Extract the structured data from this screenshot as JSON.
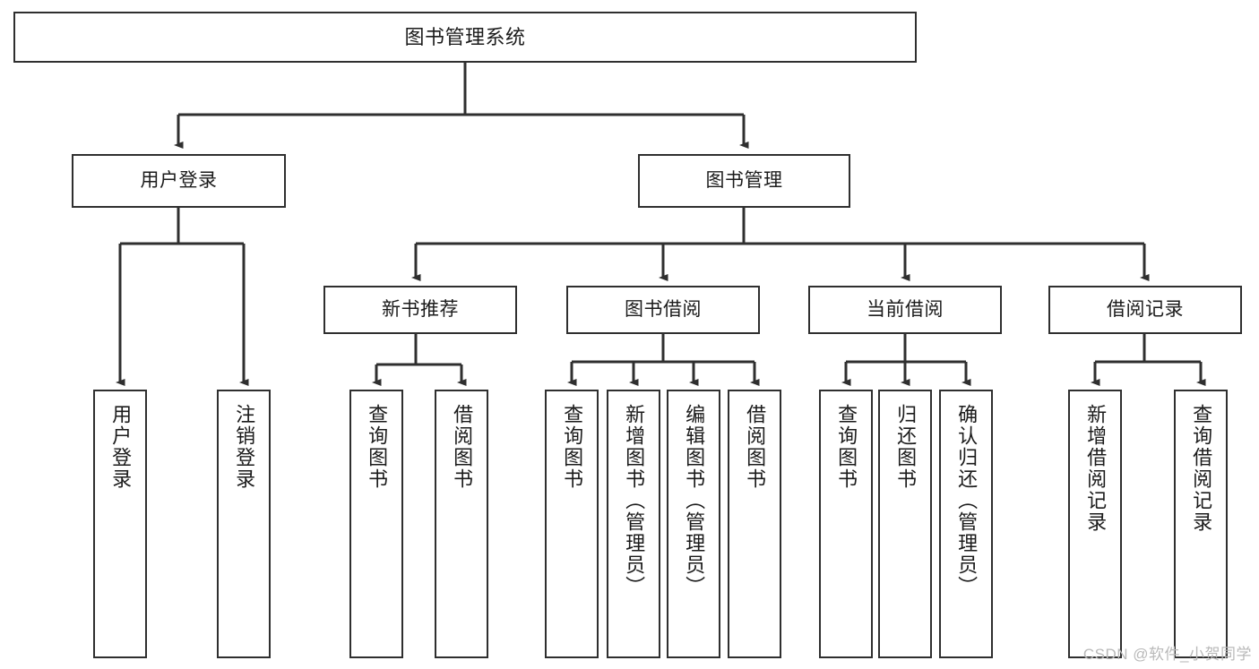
{
  "diagram": {
    "title": "图书管理系统",
    "type": "hierarchy-tree",
    "colors": {
      "box_border": "#2f2f2f",
      "box_fill": "#ffffff",
      "edge": "#2f2f2f",
      "text": "#1b1b1b",
      "watermark": "#b9b9b9"
    },
    "levels": [
      {
        "level": 0,
        "nodes": [
          {
            "id": "root",
            "label": "图书管理系统",
            "orientation": "horizontal"
          }
        ]
      },
      {
        "level": 1,
        "nodes": [
          {
            "id": "login",
            "label": "用户登录",
            "orientation": "horizontal",
            "parent": "root"
          },
          {
            "id": "bookmgmt",
            "label": "图书管理",
            "orientation": "horizontal",
            "parent": "root"
          }
        ]
      },
      {
        "level": 2,
        "nodes": [
          {
            "id": "newbook",
            "label": "新书推荐",
            "orientation": "horizontal",
            "parent": "bookmgmt"
          },
          {
            "id": "borrow",
            "label": "图书借阅",
            "orientation": "horizontal",
            "parent": "bookmgmt"
          },
          {
            "id": "current",
            "label": "当前借阅",
            "orientation": "horizontal",
            "parent": "bookmgmt"
          },
          {
            "id": "records",
            "label": "借阅记录",
            "orientation": "horizontal",
            "parent": "bookmgmt"
          }
        ]
      },
      {
        "level": 3,
        "nodes": [
          {
            "id": "leaf-user-login",
            "label": "用户登录",
            "orientation": "vertical",
            "parent": "login"
          },
          {
            "id": "leaf-user-logout",
            "label": "注销登录",
            "orientation": "vertical",
            "parent": "login"
          },
          {
            "id": "leaf-query-book-1",
            "label": "查询图书",
            "orientation": "vertical",
            "parent": "newbook"
          },
          {
            "id": "leaf-borrow-book-1",
            "label": "借阅图书",
            "orientation": "vertical",
            "parent": "newbook"
          },
          {
            "id": "leaf-query-book-2",
            "label": "查询图书",
            "orientation": "vertical",
            "parent": "borrow"
          },
          {
            "id": "leaf-add-book",
            "label": "新增图书（管理员）",
            "orientation": "vertical",
            "parent": "borrow"
          },
          {
            "id": "leaf-edit-book",
            "label": "编辑图书（管理员）",
            "orientation": "vertical",
            "parent": "borrow"
          },
          {
            "id": "leaf-borrow-book-2",
            "label": "借阅图书",
            "orientation": "vertical",
            "parent": "borrow"
          },
          {
            "id": "leaf-query-book-3",
            "label": "查询图书",
            "orientation": "vertical",
            "parent": "current"
          },
          {
            "id": "leaf-return-book",
            "label": "归还图书",
            "orientation": "vertical",
            "parent": "current"
          },
          {
            "id": "leaf-confirm-return",
            "label": "确认归还（管理员）",
            "orientation": "vertical",
            "parent": "current"
          },
          {
            "id": "leaf-add-record",
            "label": "新增借阅记录",
            "orientation": "vertical",
            "parent": "records"
          },
          {
            "id": "leaf-query-record",
            "label": "查询借阅记录",
            "orientation": "vertical",
            "parent": "records"
          }
        ]
      }
    ]
  },
  "watermark": {
    "text": "CSDN @软件_小贺同学"
  }
}
